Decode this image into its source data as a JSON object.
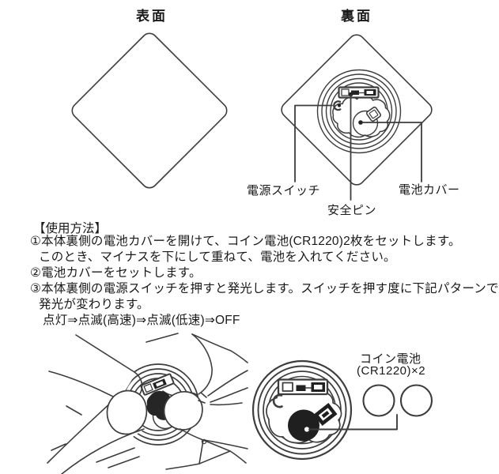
{
  "colors": {
    "background": "#ffffff",
    "line": "#3d3d3d",
    "fill_dark": "#222222",
    "text": "#1a1a1a"
  },
  "front_view": {
    "title": "表面"
  },
  "back_view": {
    "title": "裏面",
    "labels": {
      "power_switch": "電源スイッチ",
      "safety_pin": "安全ピン",
      "battery_cover": "電池カバー"
    }
  },
  "instructions": {
    "heading": "【使用方法】",
    "steps": [
      "①本体裏側の電池カバーを開けて、コイン電池(CR1220)2枚をセットします。",
      "このとき、マイナスを下にして重ねて、電池を入れてください。",
      "②電池カバーをセットします。",
      "③本体裏側の電源スイッチを押すと発光します。スイッチを押す度に下記パターンで",
      "発光が変わります。",
      "点灯⇒点滅(高速)⇒点滅(低速)⇒OFF"
    ]
  },
  "battery_figure": {
    "label_line1": "コイン電池",
    "label_line2": "(CR1220)×2"
  }
}
